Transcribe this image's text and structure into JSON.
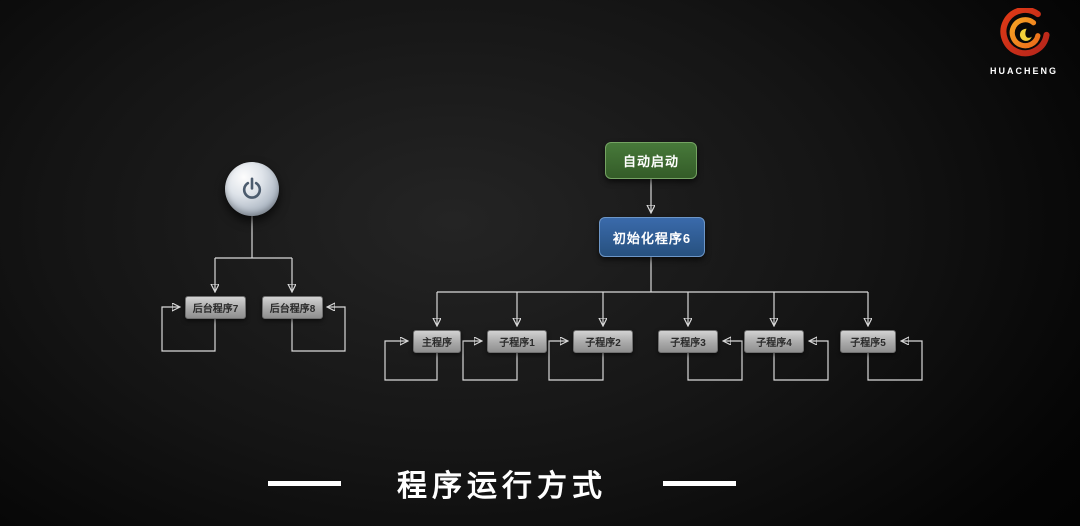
{
  "brand": {
    "name": "HUACHENG"
  },
  "slide_title": {
    "text": "程序运行方式"
  },
  "left_flow": {
    "power_icon": "power-icon",
    "nodes": [
      {
        "label": "后台程序7"
      },
      {
        "label": "后台程序8"
      }
    ]
  },
  "main_flow": {
    "start": {
      "label": "自动启动",
      "fill": "#3c6e2e"
    },
    "init": {
      "label": "初始化程序6",
      "fill": "#2f5f9e"
    },
    "children": [
      {
        "label": "主程序"
      },
      {
        "label": "子程序1"
      },
      {
        "label": "子程序2"
      },
      {
        "label": "子程序3"
      },
      {
        "label": "子程序4"
      },
      {
        "label": "子程序5"
      }
    ]
  },
  "colors": {
    "node_fill": "#b7b7b7",
    "line": "#d9d9d9",
    "start_fill": "#3c6e2e",
    "init_fill": "#2f5f9e",
    "logo_red": "#d2301c",
    "logo_orange": "#f08c1e"
  }
}
